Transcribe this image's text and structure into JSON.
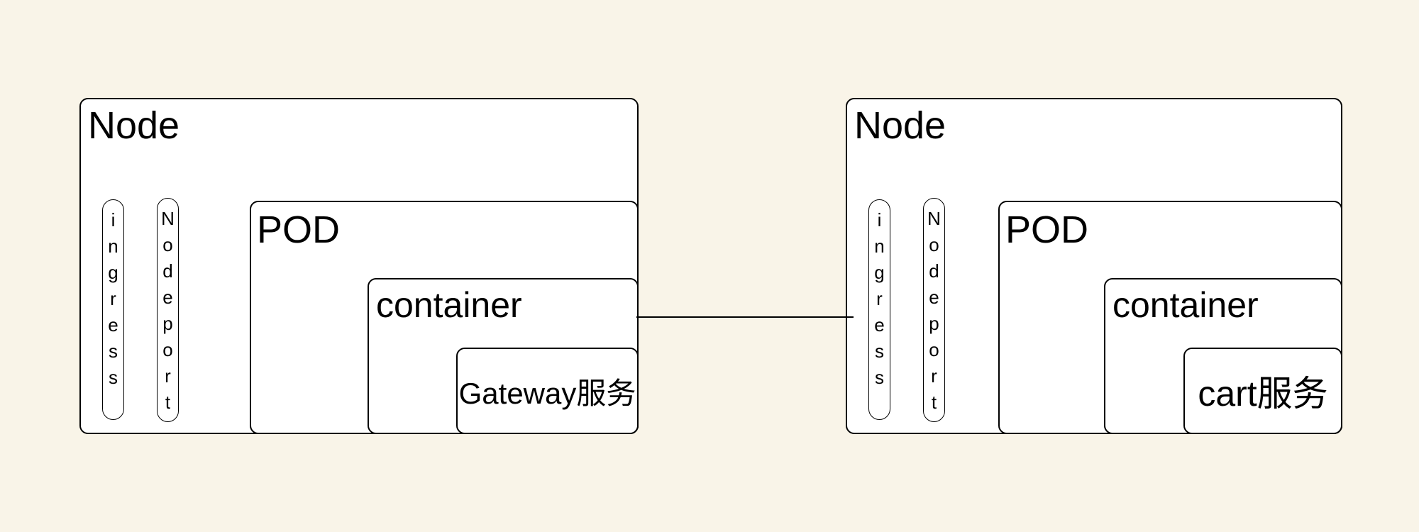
{
  "colors": {
    "background": "#f9f4e8",
    "box_fill": "#ffffff",
    "stroke": "#000000"
  },
  "connector": {
    "type": "line",
    "from": "node-left",
    "to": "node-right"
  },
  "nodes": [
    {
      "title": "Node",
      "pills": [
        {
          "label": "ingress"
        },
        {
          "label": "Nodeport"
        }
      ],
      "pod": {
        "title": "POD",
        "container": {
          "title": "container",
          "service": {
            "label": "Gateway服务"
          }
        }
      }
    },
    {
      "title": "Node",
      "pills": [
        {
          "label": "ingress"
        },
        {
          "label": "Nodeport"
        }
      ],
      "pod": {
        "title": "POD",
        "container": {
          "title": "container",
          "service": {
            "label": "cart服务"
          }
        }
      }
    }
  ]
}
